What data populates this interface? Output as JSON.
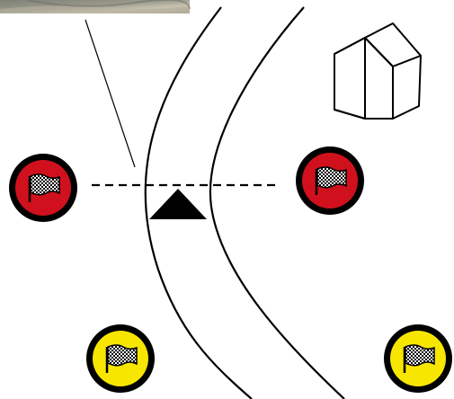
{
  "photo_inset": {
    "icon": "aerial-photo-thumbnail"
  },
  "house": {
    "icon": "house-icon"
  },
  "markers": [
    {
      "name": "red-finish-flag-left",
      "kind": "flag-marker",
      "ring_color": "#000000",
      "fill_color": "#d0111d",
      "flag_icon": "checkered-flag-icon"
    },
    {
      "name": "red-finish-flag-right",
      "kind": "flag-marker",
      "ring_color": "#000000",
      "fill_color": "#d0111d",
      "flag_icon": "checkered-flag-icon"
    },
    {
      "name": "yellow-finish-flag-left",
      "kind": "flag-marker",
      "ring_color": "#000000",
      "fill_color": "#f7e600",
      "flag_icon": "checkered-flag-icon"
    },
    {
      "name": "yellow-finish-flag-right",
      "kind": "flag-marker",
      "ring_color": "#000000",
      "fill_color": "#f7e600",
      "flag_icon": "checkered-flag-icon"
    }
  ],
  "course_marker": {
    "icon": "triangle-marker-icon",
    "color": "#000000"
  },
  "finish_line": {
    "style": "dashed",
    "color": "#000000"
  },
  "track": {
    "color": "#000000"
  }
}
